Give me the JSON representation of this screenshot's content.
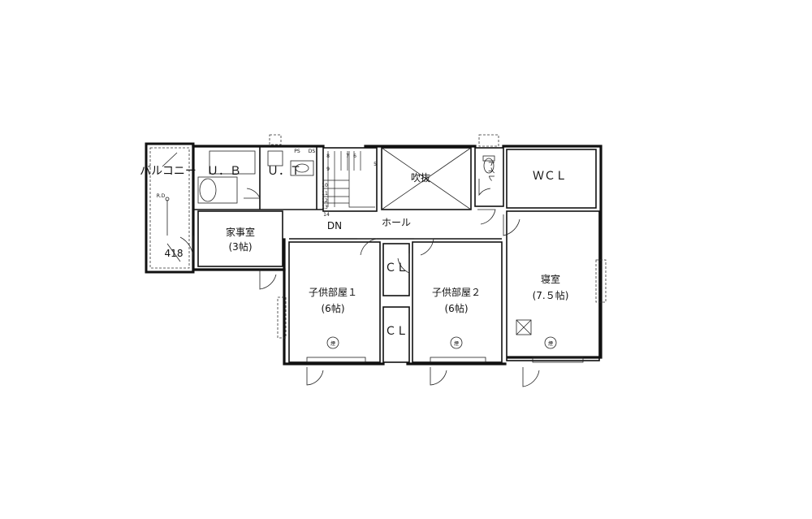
{
  "rooms": {
    "balcony": "バルコニー",
    "ub": "Ｕ．Ｂ",
    "ut": "Ｕ．Ｔ",
    "kajishitsu": "家事室",
    "kajishitsu_size": "(3帖)",
    "fukinuke": "吹抜",
    "wcl": "ＷＣＬ",
    "toilet": "トイレ",
    "hall": "ホール",
    "dn": "DN",
    "kodomo1": "子供部屋１",
    "kodomo1_size": "(6帖)",
    "kodomo2": "子供部屋２",
    "kodomo2_size": "(6帖)",
    "shinshitsu": "寝室",
    "shinshitsu_size": "(7.５帖)",
    "cl1": "ＣＬ",
    "cl2": "ＣＬ"
  },
  "annotations": {
    "dimension": "418",
    "rd": "R.D",
    "smoke": "煙",
    "stairs": [
      "8",
      "7",
      "6",
      "5",
      "9",
      "10",
      "11",
      "12",
      "13",
      "14"
    ],
    "ps": "PS",
    "ds": "DS"
  }
}
